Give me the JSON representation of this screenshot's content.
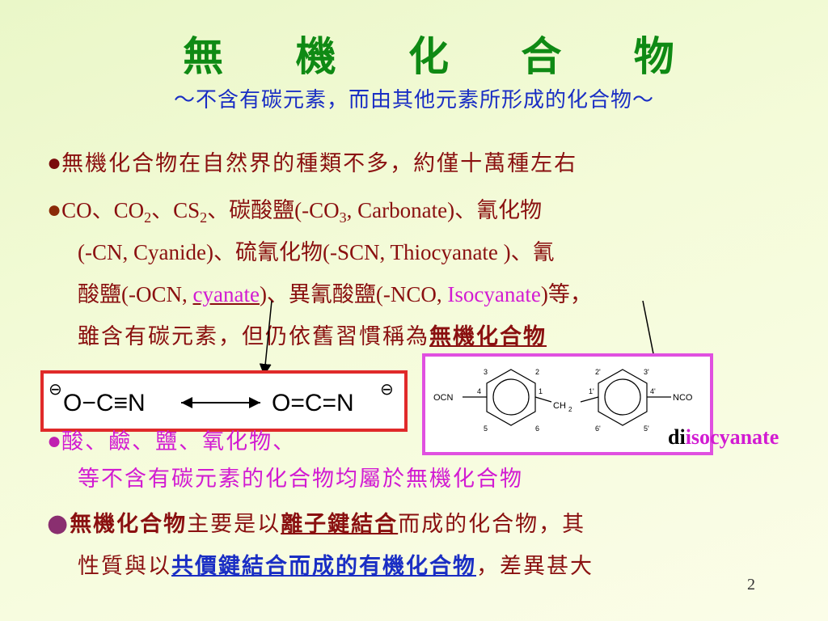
{
  "title": "無 機 化 合 物",
  "subtitle": "～不含有碳元素，而由其他元素所形成的化合物～",
  "bullets": {
    "b1": "無機化合物在自然界的種類不多，約僅十萬種左右",
    "b2": {
      "co": "CO、CO",
      "co_sub": "2",
      "cs": "、CS",
      "cs_sub": "2",
      "carb": "、碳酸鹽(-CO",
      "carb_sub": "3",
      "carb_end": ", Carbonate)、氰化物",
      "line2": "(-CN, Cyanide)、硫氰化物(-SCN, Thiocyanate )、氰",
      "line3_a": "酸鹽(-OCN, ",
      "cyanate": "cyanate",
      "line3_b": ")、異氰酸鹽(-NCO, ",
      "isocyanate": "Isocyanate",
      "line3_c": ")等，",
      "line4_a": "雖含有碳元素，但仍依舊習慣稱為",
      "line4_b": "無機化合物"
    },
    "b3": {
      "line1": "酸、鹼、鹽、氧化物、",
      "line2": "等不含有碳元素的化合物均屬於無機化合物"
    },
    "b4": {
      "a": "無機化合物",
      "b": "主要是以",
      "c": "離子鍵結合",
      "d": "而成的化合物，其",
      "e": "性質與以",
      "f": "共價鍵結合而成的有機化合物",
      "g": "，差異甚大"
    }
  },
  "diagram1": {
    "left_text": "O−C≡N",
    "left_charge": "⊖",
    "right_text": "O=C=N",
    "right_charge": "⊖"
  },
  "diagram2": {
    "left_group": "OCN",
    "right_group": "NCO",
    "bridge": "CH",
    "bridge_sub": "2",
    "labels_left": [
      "3",
      "2",
      "5",
      "6"
    ],
    "labels_right": [
      "2'",
      "3'",
      "6'",
      "5'"
    ],
    "label_1": "1",
    "label_1p": "1'",
    "label_4": "4",
    "label_4p": "4'"
  },
  "diiso": {
    "a": "di",
    "b": "isocyanate"
  },
  "page_number": "2",
  "colors": {
    "title": "#0f8a14",
    "subtitle": "#1a2ec4",
    "body": "#8a1010",
    "magenta": "#d21bd2",
    "red_box": "#e02a2a",
    "pink_box": "#e050e0"
  }
}
